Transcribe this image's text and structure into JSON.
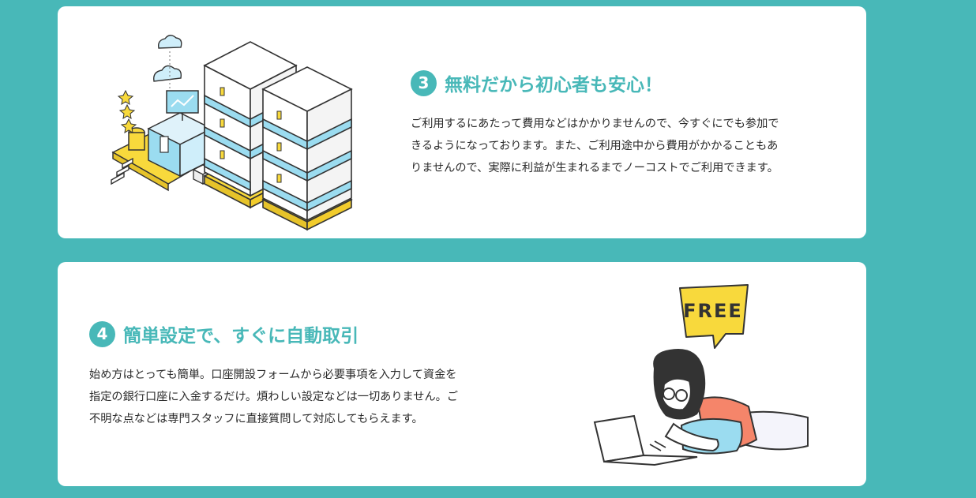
{
  "colors": {
    "background": "#48b8b8",
    "accent": "#48b8b8",
    "card": "#ffffff",
    "illustration_yellow": "#f8d93c",
    "illustration_blue": "#9bdcf0",
    "illustration_orange": "#f5856a"
  },
  "features": [
    {
      "number": "3",
      "title": "無料だから初心者も安心！",
      "lines": [
        "ご利用するにあたって費用などはかかりませんので、今すぐにでも参加で",
        "きるようになっております。また、ご利用途中から費用がかかることもあ",
        "りませんので、実際に利益が生まれるまでノーコストでご利用できます。"
      ]
    },
    {
      "number": "4",
      "title": "簡単設定で、すぐに自動取引",
      "lines": [
        "始め方はとっても簡単。口座開設フォームから必要事項を入力して資金を",
        "指定の銀行口座に入金するだけ。煩わしい設定などは一切ありません。ご",
        "不明な点などは専門スタッフに直接質問して対応してもらえます。"
      ],
      "badge": "FREE"
    }
  ]
}
